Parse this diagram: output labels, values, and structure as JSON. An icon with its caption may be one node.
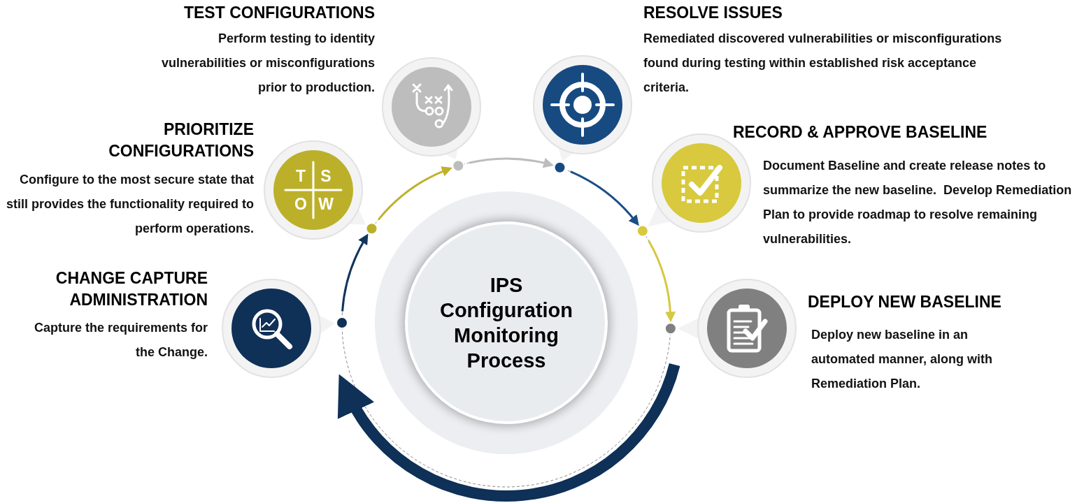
{
  "diagram": {
    "nodes": [
      {
        "text": [
          "IPS Configuration Monitoring Process"
        ]
      },
      {
        "text": [
          "CHANGE CAPTURE ADMINISTRATION",
          "Capture the requirements for the Change."
        ]
      },
      {
        "text": [
          "PRIORITIZE CONFIGURATIONS",
          "Configure to the most secure state that still provides the functionality required to perform operations."
        ]
      },
      {
        "text": [
          "TEST CONFIGURATIONS",
          "Perform testing to identity vulnerabilities or misconfigurations prior to production."
        ]
      },
      {
        "text": [
          "RESOLVE ISSUES",
          "Remediated discovered vulnerabilities or misconfigurations found during testing within established risk acceptance criteria."
        ]
      },
      {
        "text": [
          "RECORD & APPROVE BASELINE",
          "Document Baseline and create release notes to summarize the new baseline.  **Develop Remediation Plan to provide roadmap to resolve remaining vulnerabilities**."
        ]
      },
      {
        "text": [
          "DEPLOY NEW BASELINE",
          "Deploy new baseline in an automated manner, along with Remediation Plan."
        ]
      }
    ],
    "edges": [
      {
        "from": 1,
        "to": 2,
        "arrow": "to",
        "color": "#12355b"
      },
      {
        "from": 2,
        "to": 3,
        "arrow": "to",
        "color": "#bfb12a"
      },
      {
        "from": 3,
        "to": 4,
        "arrow": "to",
        "color": "#bdbdbd"
      },
      {
        "from": 4,
        "to": 5,
        "arrow": "to",
        "color": "#1a4f86"
      },
      {
        "from": 5,
        "to": 6,
        "arrow": "to",
        "color": "#d6c840"
      },
      {
        "from": 6,
        "to": 1,
        "arrow": "to",
        "style": "thick",
        "color": "#0f3057"
      }
    ],
    "labels": [
      "T",
      "S",
      "O",
      "W"
    ]
  }
}
